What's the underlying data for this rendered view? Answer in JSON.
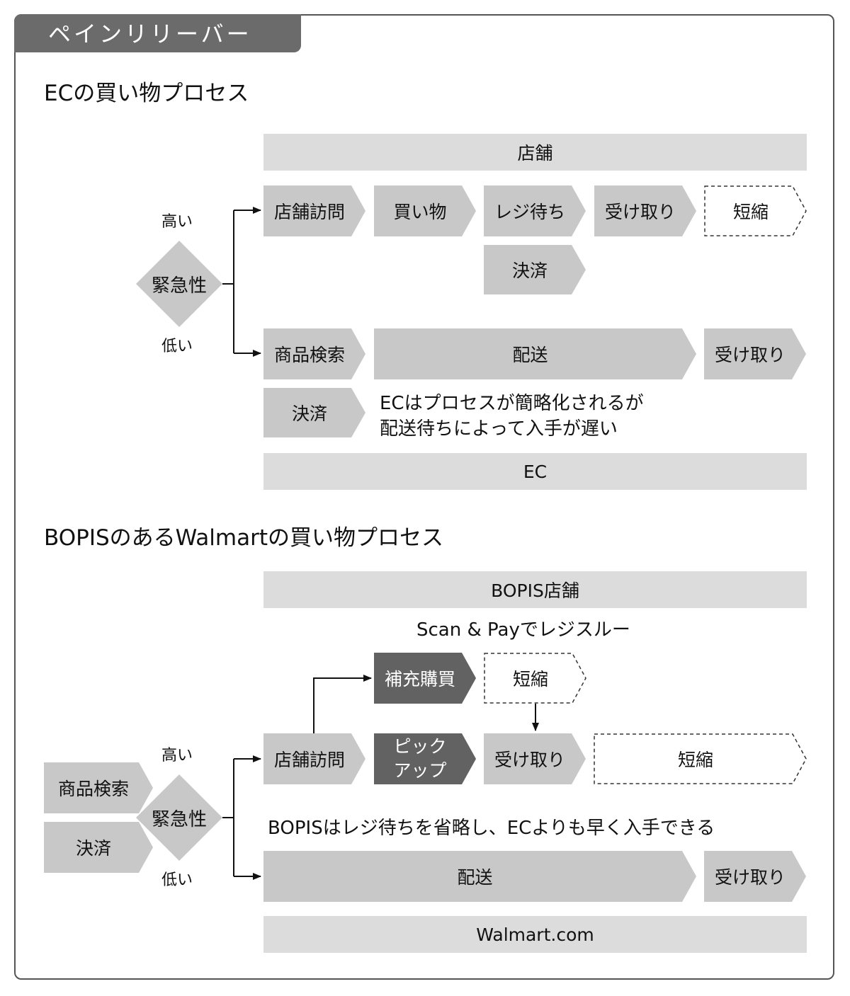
{
  "tab_title": "ペインリリーバー",
  "ec_section": {
    "heading": "ECの買い物プロセス",
    "store_bar": "店舗",
    "label_high": "高い",
    "label_low": "低い",
    "urgency": "緊急性",
    "store_steps": [
      "店舗訪問",
      "買い物",
      "レジ待ち",
      "受け取り",
      "短縮"
    ],
    "store_payment": "決済",
    "ec_steps": [
      "商品検索",
      "配送",
      "受け取り"
    ],
    "ec_payment": "決済",
    "note_line1": "ECはプロセスが簡略化されるが",
    "note_line2": "配送待ちによって入手が遅い",
    "ec_bar": "EC"
  },
  "walmart_section": {
    "heading": "BOPISのあるWalmartの買い物プロセス",
    "store_bar": "BOPIS店舗",
    "scan_pay_note": "Scan & Payでレジスルー",
    "replenish": "補充購買",
    "shortened_top": "短縮",
    "label_high": "高い",
    "label_low": "低い",
    "urgency": "緊急性",
    "left_search": "商品検索",
    "left_payment": "決済",
    "store_visit": "店舗訪問",
    "pickup_line1": "ピック",
    "pickup_line2": "アップ",
    "receive": "受け取り",
    "shortened_right": "短縮",
    "note": "BOPISはレジ待ちを省略し、ECよりも早く入手できる",
    "delivery": "配送",
    "receive_bottom": "受け取り",
    "web_bar": "Walmart.com"
  }
}
